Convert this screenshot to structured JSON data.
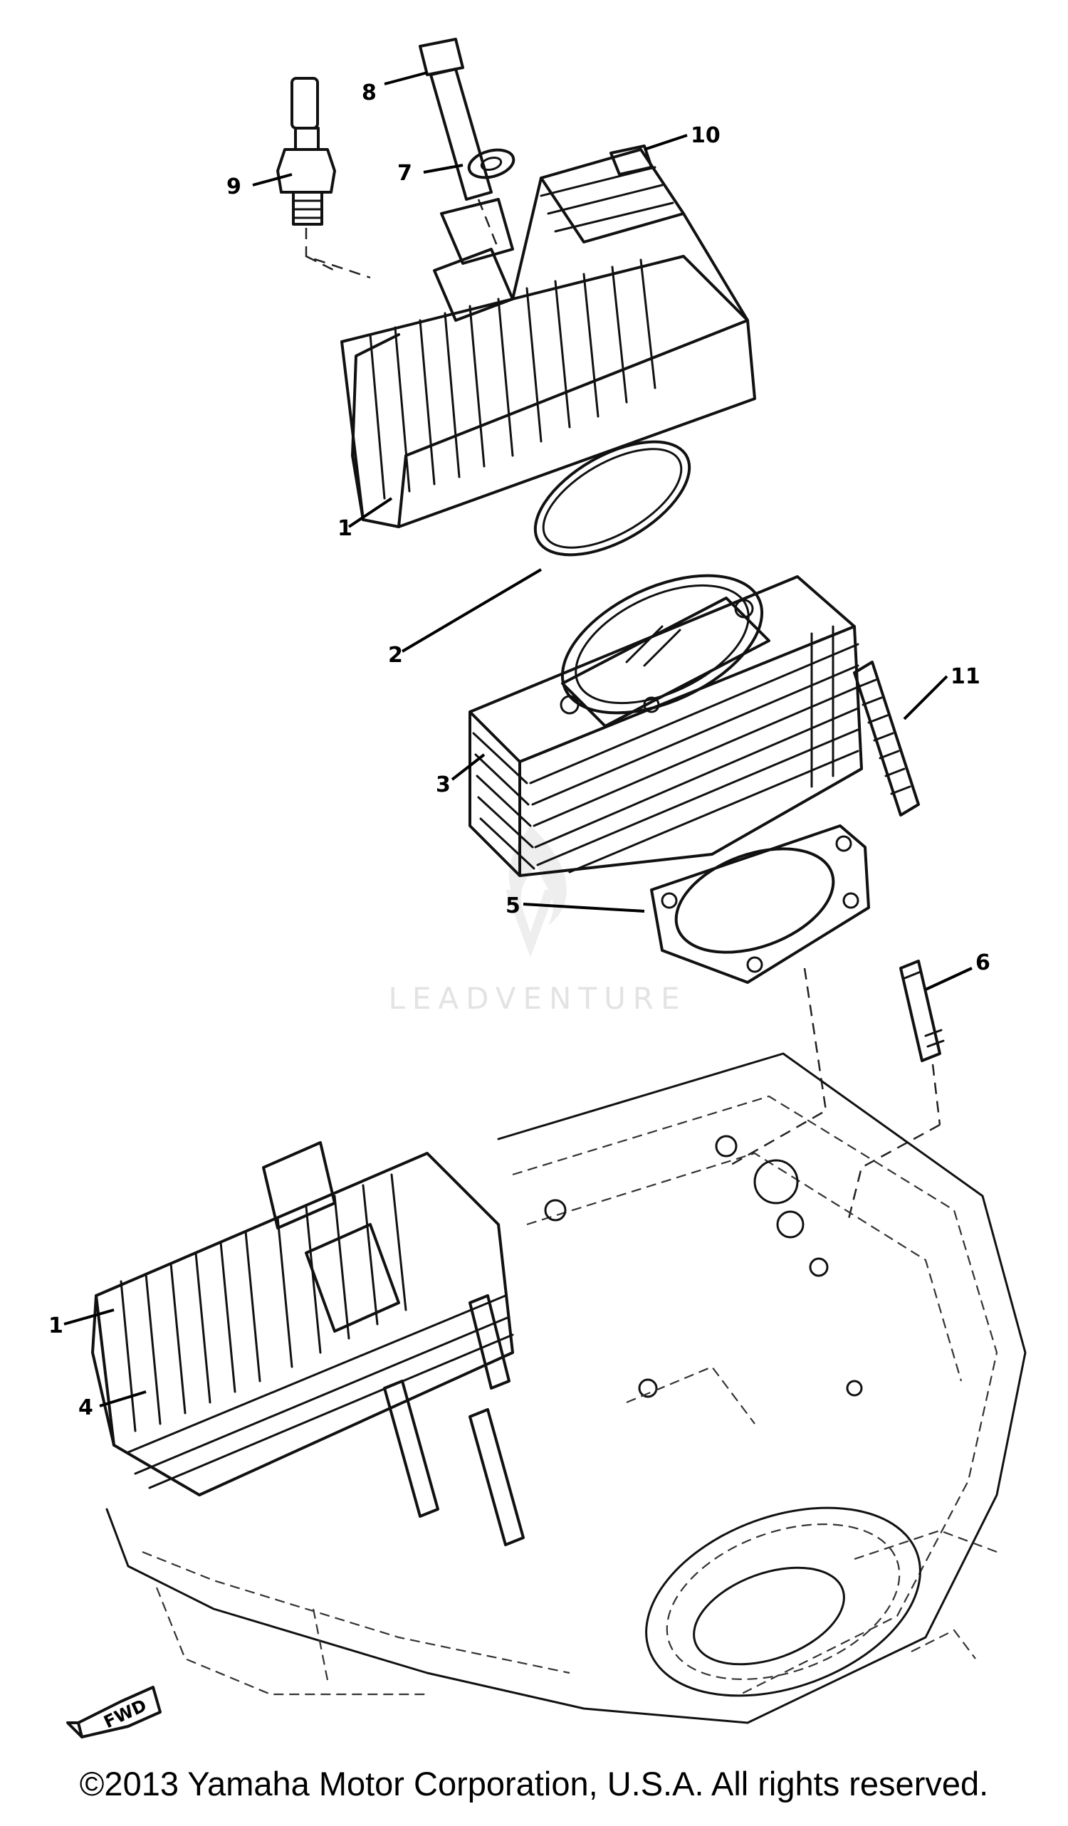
{
  "copyright": "©2013 Yamaha Motor Corporation, U.S.A. All rights reserved.",
  "watermark": "LEADVENTURE",
  "fwd_label": "FWD",
  "callouts": [
    "1",
    "2",
    "3",
    "4",
    "5",
    "6",
    "7",
    "8",
    "9",
    "10",
    "11"
  ],
  "callout_1b": "1"
}
